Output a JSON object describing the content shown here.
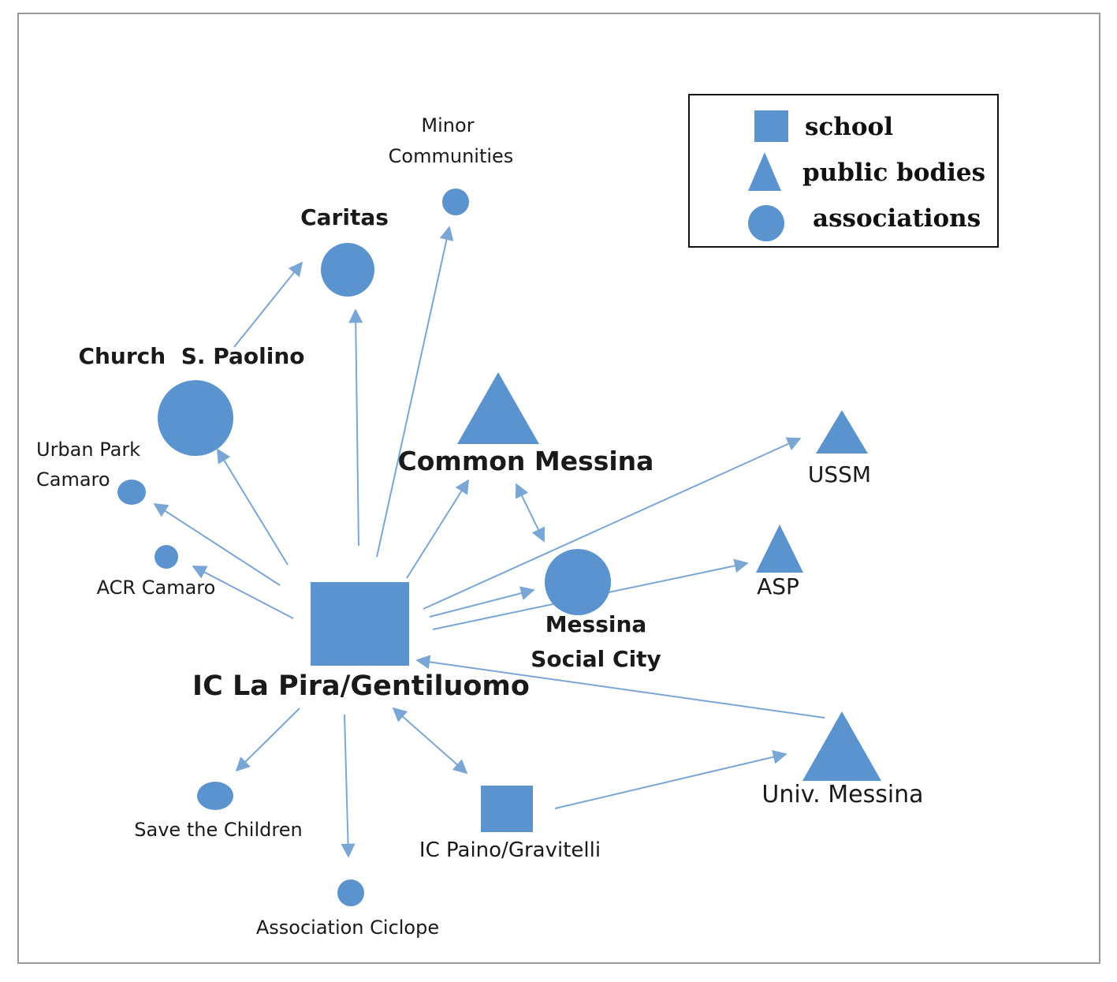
{
  "colors": {
    "node": "#5b93cf",
    "edge": "#7aa6d6",
    "frame": "#9a9a9a"
  },
  "legend": {
    "school": "school",
    "public_bodies": "public bodies",
    "associations": "associations"
  },
  "nodes": {
    "minor_communities": [
      "Minor",
      "Communities"
    ],
    "caritas": "Caritas",
    "church": "Church  S. Paolino",
    "urban_park": [
      "Urban Park",
      "Camaro"
    ],
    "acr_camaro": "ACR Camaro",
    "common_messina": "Common Messina",
    "messina_social_city": [
      "Messina",
      "Social City"
    ],
    "ussm": "USSM",
    "asp": "ASP",
    "ic_la_pira": "IC La Pira/Gentiluomo",
    "save_the_children": "Save the Children",
    "association_ciclope": "Association Ciclope",
    "ic_paino": "IC Paino/Gravitelli",
    "univ_messina": "Univ. Messina"
  }
}
